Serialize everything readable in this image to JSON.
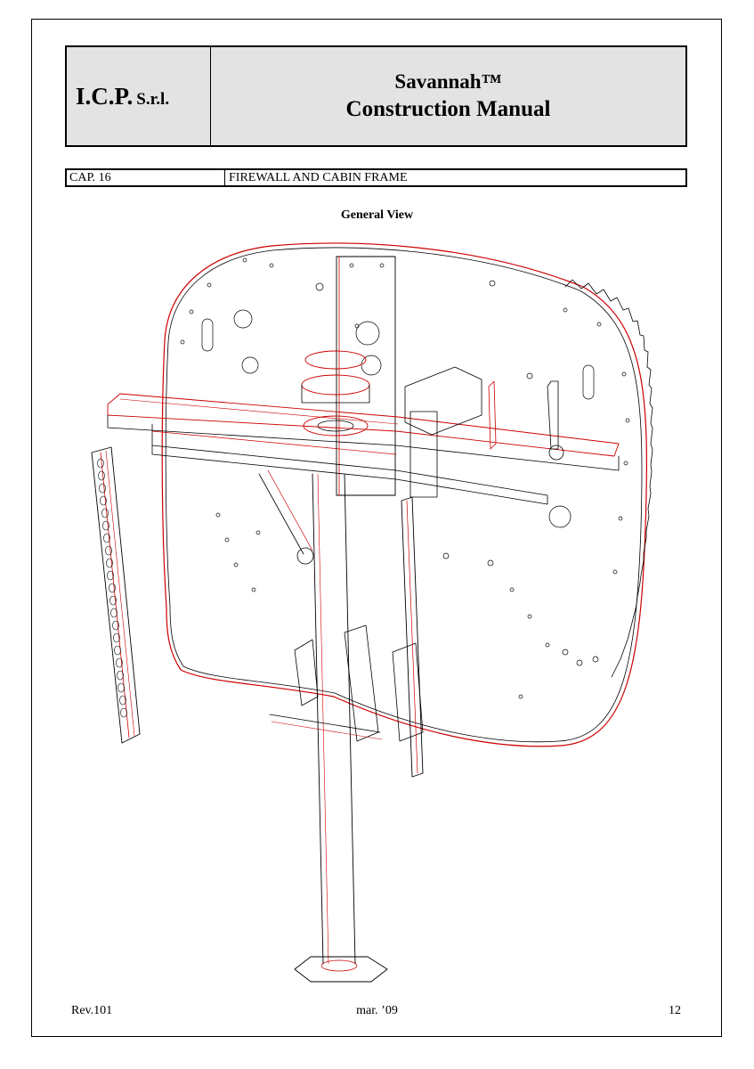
{
  "header": {
    "company_main": "I.C.P.",
    "company_suffix": "S.r.l.",
    "title_line1": "Savannah™",
    "title_line2": "Construction Manual"
  },
  "chapter": {
    "number": "CAP. 16",
    "title": "FIREWALL AND CABIN FRAME"
  },
  "view_title": "General View",
  "footer": {
    "revision": "Rev.101",
    "date": "mar. ’09",
    "page_number": "12"
  },
  "colors": {
    "edge_line": "#cc0000",
    "outline": "#000000",
    "header_fill": "#e3e3e3"
  }
}
